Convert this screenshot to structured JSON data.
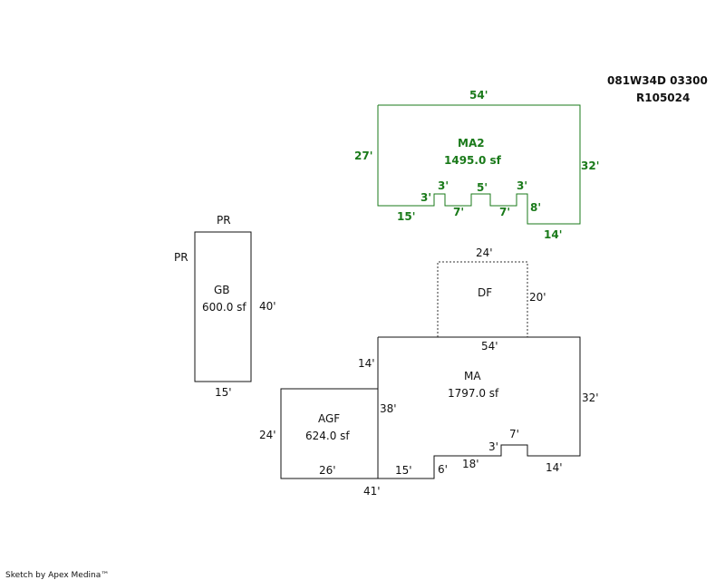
{
  "parcel": {
    "id": "081W34D 03300",
    "ref": "R105024"
  },
  "ma2": {
    "name": "MA2",
    "area": "1495.0 sf",
    "dims": {
      "top": "54'",
      "left": "27'",
      "right": "32'",
      "bottom_left": "15'",
      "step1_up": "3'",
      "step1_top": "3'",
      "step2_bottom": "7'",
      "step3_top": "5'",
      "step4_bottom": "7'",
      "step5_top": "3'",
      "step5_down": "8'",
      "bottom_right": "14'"
    }
  },
  "gb": {
    "name": "GB",
    "area": "600.0 sf",
    "dims": {
      "top": "PR",
      "left": "PR",
      "right": "40'",
      "bottom": "15'"
    }
  },
  "df": {
    "name": "DF",
    "dims": {
      "top": "24'",
      "right": "20'"
    }
  },
  "ma": {
    "name": "MA",
    "area": "1797.0 sf",
    "dims": {
      "top": "54'",
      "left": "14'",
      "right": "32'",
      "inner_left": "38'",
      "bottom_a": "15'",
      "step_up": "6'",
      "bottom_b": "18'",
      "notch_side": "3'",
      "notch_top": "7'",
      "bottom_right": "14'",
      "total_bottom": "41'"
    }
  },
  "agf": {
    "name": "AGF",
    "area": "624.0 sf",
    "dims": {
      "left": "24'",
      "bottom": "26'"
    }
  },
  "footer": "Sketch by Apex Medina™"
}
